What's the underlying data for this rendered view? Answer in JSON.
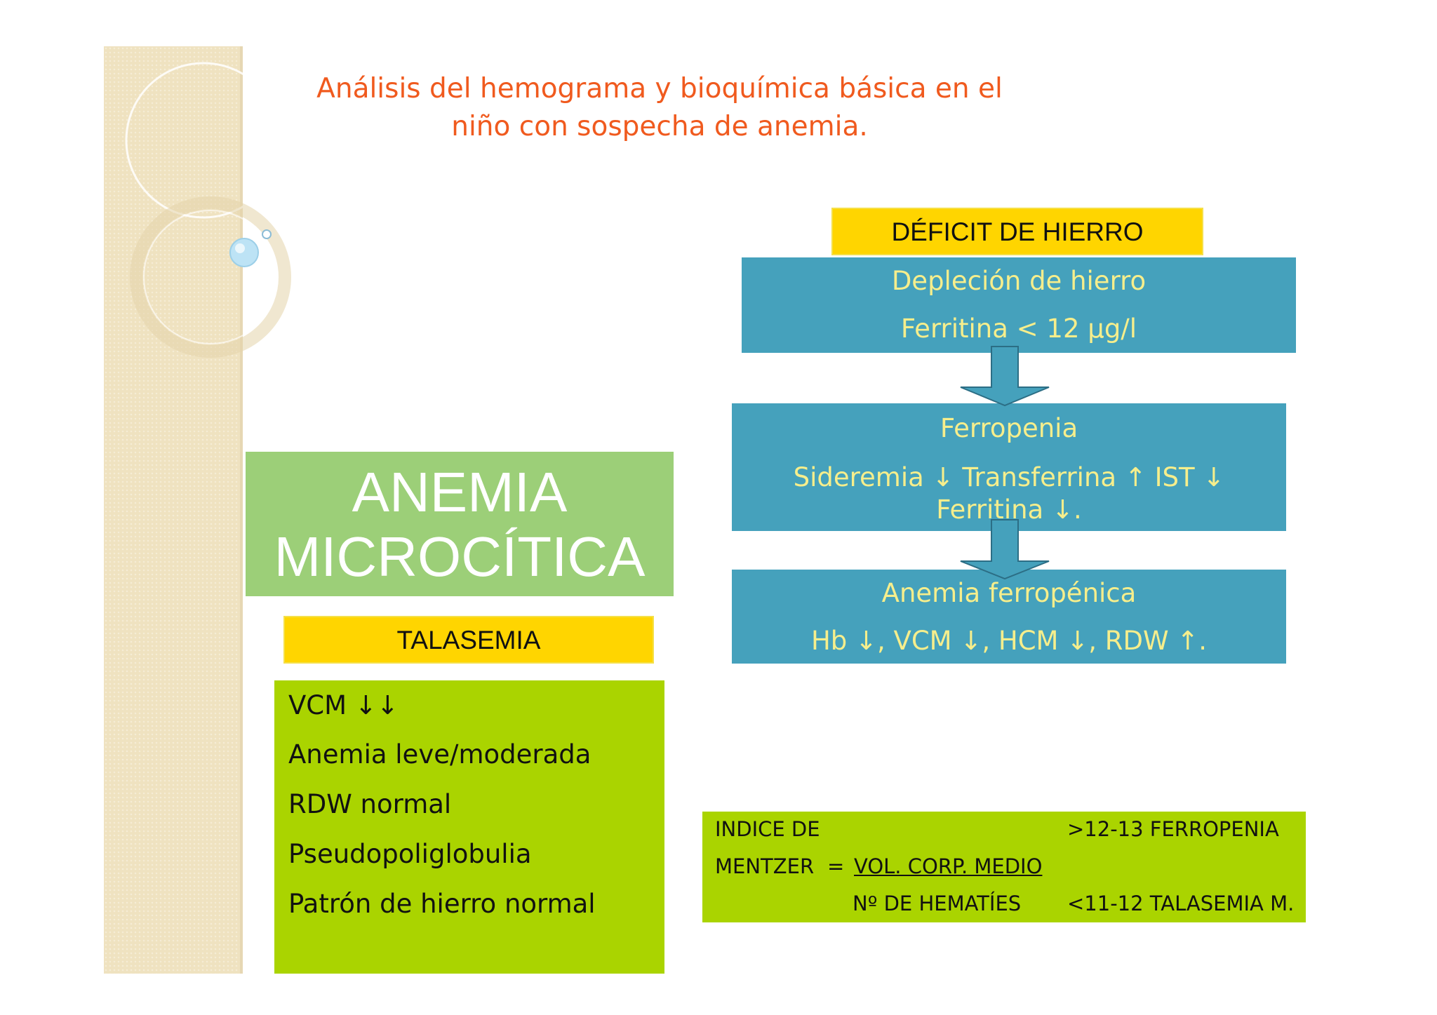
{
  "title": "Análisis del hemograma y bioquímica básica en el niño con sospecha de anemia.",
  "iron_deficiency": {
    "label": "DÉFICIT DE HIERRO",
    "depletion": {
      "heading": "Depleción de hierro",
      "detail": "Ferritina < 12 µg/l"
    },
    "ferropenia": {
      "heading": "Ferropenia",
      "detail_line1": "Sideremia ↓ Transferrina ↑ IST ↓",
      "detail_line2": "Ferritina ↓."
    },
    "anemia": {
      "heading": "Anemia ferropénica",
      "detail": "Hb ↓, VCM ↓, HCM ↓, RDW ↑."
    }
  },
  "microcytic": {
    "line1": "ANEMIA",
    "line2": "MICROCÍTICA"
  },
  "thalassemia": {
    "label": "TALASEMIA",
    "items": [
      "VCM ↓↓",
      "Anemia leve/moderada",
      "RDW normal",
      "Pseudopoliglobulia",
      "Patrón de hierro normal"
    ]
  },
  "mentzer": {
    "name_line1": "INDICE DE",
    "name_line2": "MENTZER",
    "equals": "=",
    "numerator": "VOL. CORP. MEDIO",
    "denominator": "Nº DE HEMATÍES",
    "high": ">12-13 FERROPENIA",
    "low": "<11-12 TALASEMIA M."
  },
  "colors": {
    "title": "#f05a1e",
    "teal": "#45a1bc",
    "teal_text": "#f6ee8c",
    "label_yellow": "#ffd500",
    "green_light": "#9ccf78",
    "green_lime": "#aad400"
  }
}
